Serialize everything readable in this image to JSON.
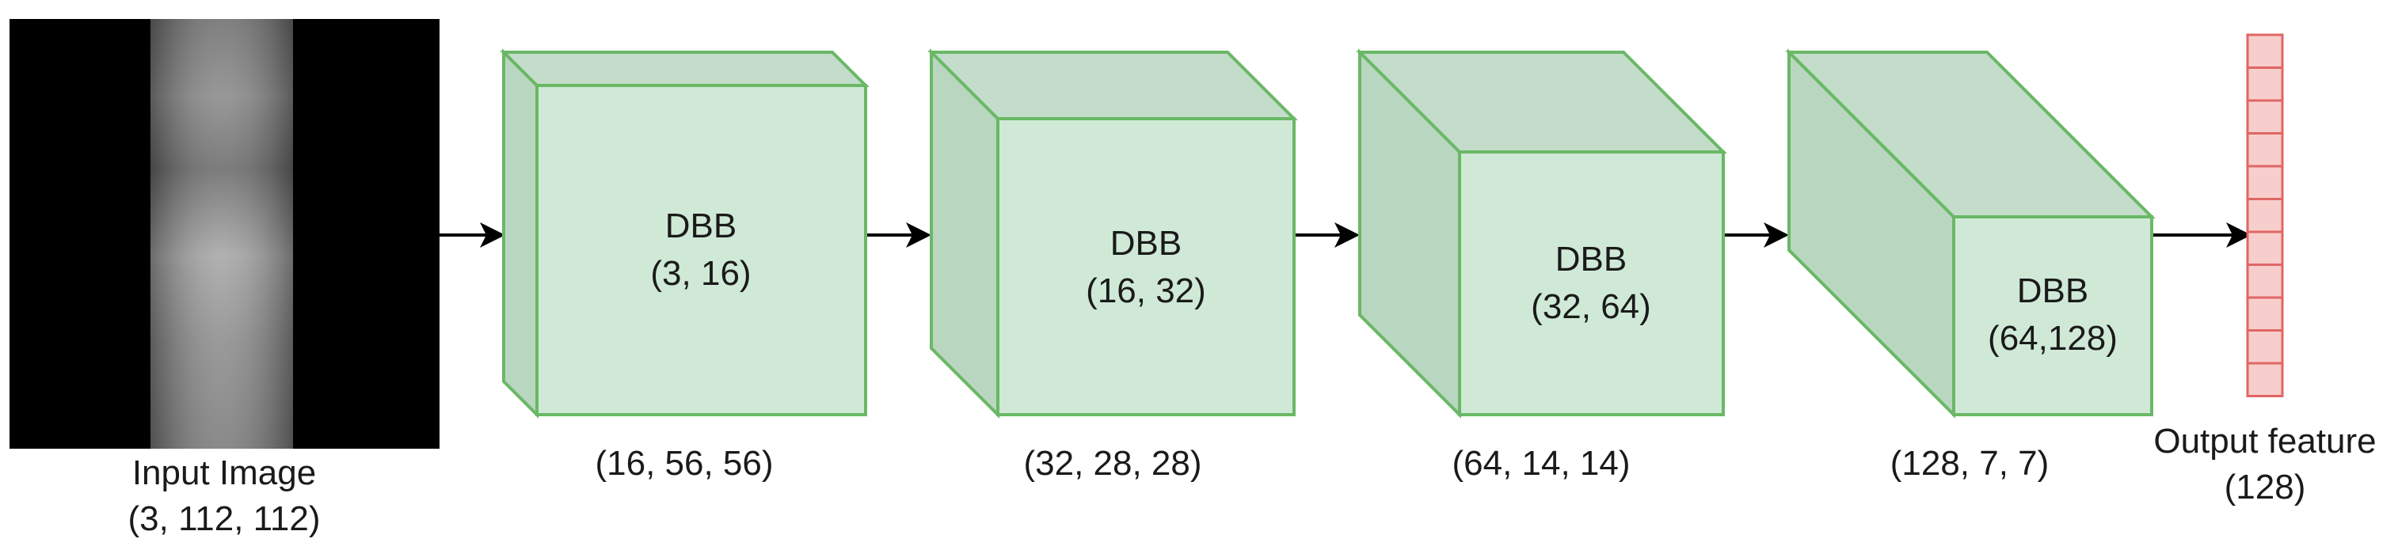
{
  "input": {
    "label": "Input Image",
    "shape": "(3, 112, 112)"
  },
  "blocks": [
    {
      "name": "DBB",
      "channels": "(3, 16)",
      "output": "(16, 56, 56)"
    },
    {
      "name": "DBB",
      "channels": "(16, 32)",
      "output": "(32, 28, 28)"
    },
    {
      "name": "DBB",
      "channels": "(32, 64)",
      "output": "(64, 14, 14)"
    },
    {
      "name": "DBB",
      "channels": "(64,128)",
      "output": "(128, 7, 7)"
    }
  ],
  "output": {
    "label": "Output feature",
    "size": "(128)"
  },
  "colors": {
    "block_front": "#cfe9d6",
    "block_border": "#6ab866",
    "vector_fill": "#f8cecc",
    "vector_border": "#e06666"
  }
}
